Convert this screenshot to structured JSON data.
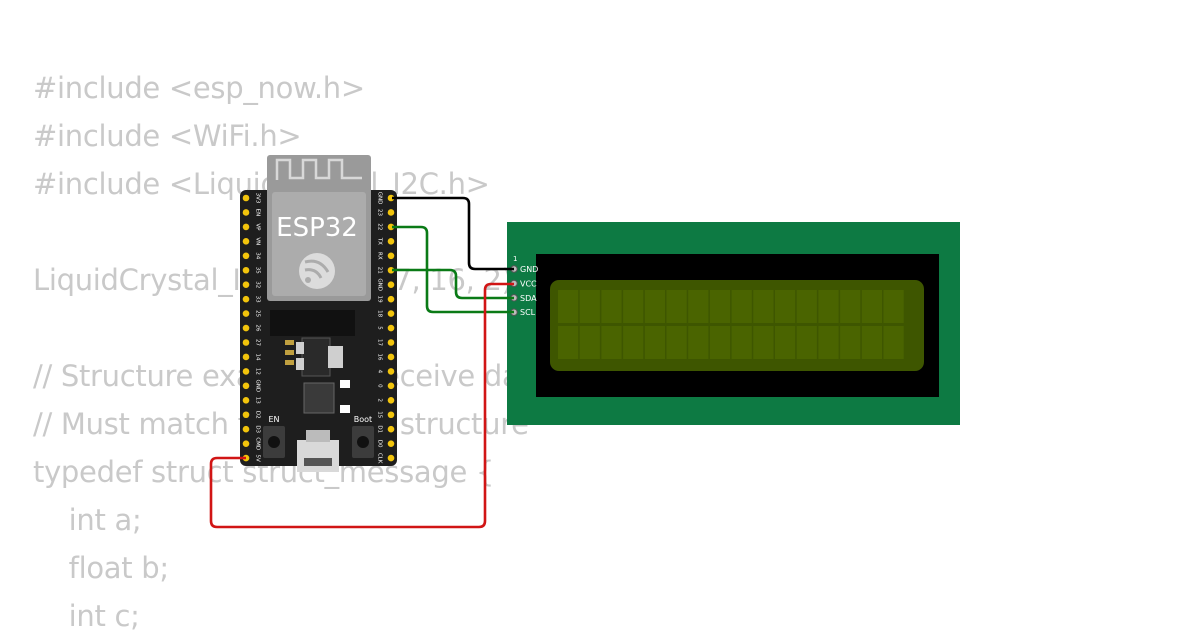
{
  "code_lines": [
    "#include <esp_now.h>",
    "#include <WiFi.h>",
    "#include <LiquidCrystal_I2C.h>",
    "",
    "LiquidCrystal_I2C lcd(0x27, 16, 2);",
    "",
    "// Structure example to receive data",
    "// Must match the sender structure",
    "typedef struct struct_message {",
    "    int a;",
    "    float b;",
    "    int c;"
  ],
  "esp32": {
    "title": "ESP32",
    "left_pins": [
      "3V3",
      "EN",
      "VP",
      "VN",
      "34",
      "35",
      "32",
      "33",
      "25",
      "26",
      "27",
      "14",
      "12",
      "GND",
      "13",
      "D2",
      "D3",
      "CMD",
      "5V"
    ],
    "right_pins": [
      "GND",
      "23",
      "22",
      "TX",
      "RX",
      "21",
      "GND",
      "19",
      "18",
      "5",
      "17",
      "16",
      "4",
      "0",
      "2",
      "15",
      "D1",
      "D0",
      "CLK"
    ],
    "button_en": "EN",
    "button_boot": "Boot"
  },
  "lcd": {
    "pin_number": "1",
    "pins": [
      "GND",
      "VCC",
      "SDA",
      "SCL"
    ],
    "cols": 16,
    "rows": 2
  },
  "colors": {
    "wire_gnd": "#000000",
    "wire_vcc": "#d11515",
    "wire_signal": "#0a7a16",
    "lcd_pcb": "#0d7a43",
    "lcd_screen": "#3e5600",
    "code_text": "#c9c9c9"
  }
}
